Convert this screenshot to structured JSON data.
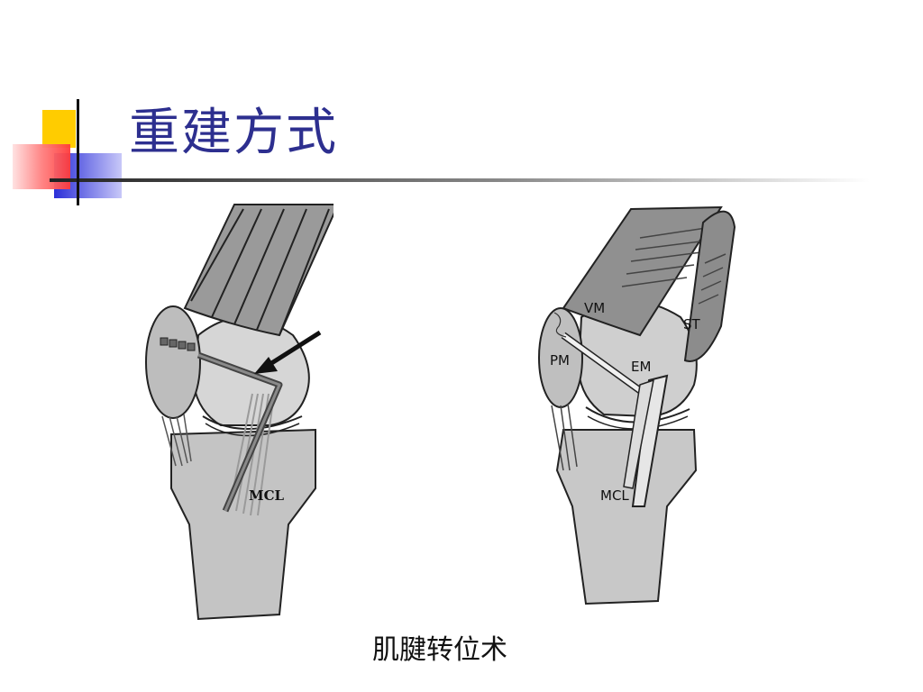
{
  "slide": {
    "title": "重建方式",
    "caption": "肌腱转位术"
  },
  "figure_left": {
    "labels": {
      "mcl": "MCL"
    }
  },
  "figure_right": {
    "labels": {
      "vm": "VM",
      "st": "ST",
      "pm": "PM",
      "em": "EM",
      "mcl": "MCL"
    }
  },
  "colors": {
    "title": "#2d2f8f",
    "accent_yellow": "#ffcc00",
    "accent_blue": "#2b2fd8",
    "accent_red": "#ff5a5a",
    "bone": "#c6c6c6",
    "muscle": "#8a8a8a"
  }
}
